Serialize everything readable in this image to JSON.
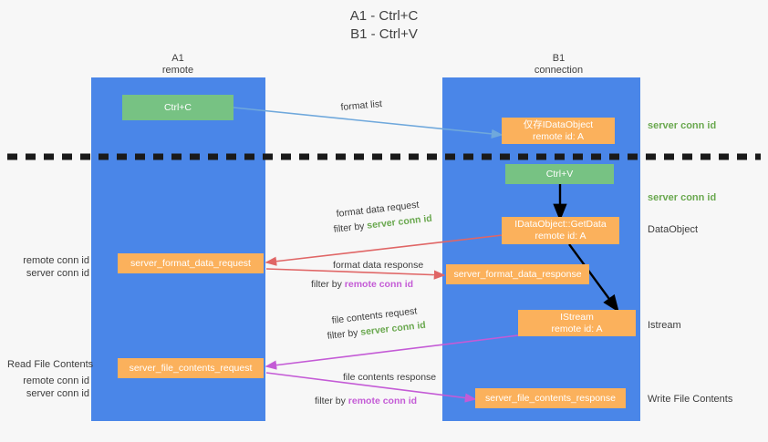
{
  "title": "A1 - Ctrl+C\nB1 - Ctrl+V",
  "lanes": [
    {
      "name": "A1",
      "sub": "remote",
      "header": "A1\nremote"
    },
    {
      "name": "B1",
      "sub": "connection",
      "header": "B1\nconnection"
    }
  ],
  "colors": {
    "lane": "#4a86e8",
    "green_box": "#77c283",
    "orange_box": "#fbb15c",
    "server_conn_id": "#6aa84f",
    "remote_conn_id": "#c45bd6",
    "arrow_blue": "#6fa8dc",
    "arrow_red": "#e06666",
    "arrow_magenta": "#c45bd6",
    "arrow_black": "#000000",
    "background": "#f7f7f7"
  },
  "boxes": {
    "ctrl_c": {
      "text": "Ctrl+C",
      "style": "green"
    },
    "idataobject": {
      "text": "仅存IDataObject\nremote id: A",
      "style": "orange"
    },
    "ctrl_v": {
      "text": "Ctrl+V",
      "style": "green"
    },
    "getdata": {
      "text": "IDataObject::GetData\nremote id: A",
      "style": "orange"
    },
    "server_format_data_request": {
      "text": "server_format_data_request",
      "style": "orange"
    },
    "server_format_data_response": {
      "text": "server_format_data_response",
      "style": "orange"
    },
    "istream": {
      "text": "IStream\nremote id: A",
      "style": "orange"
    },
    "server_file_contents_request": {
      "text": "server_file_contents_request",
      "style": "orange"
    },
    "server_file_contents_response": {
      "text": "server_file_contents_response",
      "style": "orange"
    }
  },
  "right_notes": {
    "server_conn_id_top": "server conn id",
    "server_conn_id_mid": "server conn id",
    "dataobject": "DataObject",
    "istream": "Istream",
    "write_file_contents": "Write File Contents"
  },
  "left_notes": {
    "remote_conn_id_mid": "remote conn id",
    "server_conn_id_mid": "server conn id",
    "read_file_contents": "Read File Contents",
    "remote_conn_id_bottom": "remote conn id",
    "server_conn_id_bottom": "server conn id"
  },
  "edge_labels": {
    "format_list": "format list",
    "format_data_request": "format data request",
    "format_data_request_filter_prefix": "filter by ",
    "format_data_request_filter_value": "server conn id",
    "format_data_response": "format data response",
    "format_data_response_filter_prefix": "filter by ",
    "format_data_response_filter_value": "remote conn id",
    "file_contents_request": "file contents request",
    "file_contents_request_filter_prefix": "filter by ",
    "file_contents_request_filter_value": "server conn id",
    "file_contents_response": "file contents response",
    "file_contents_response_filter_prefix": "filter by ",
    "file_contents_response_filter_value": "remote conn id"
  }
}
